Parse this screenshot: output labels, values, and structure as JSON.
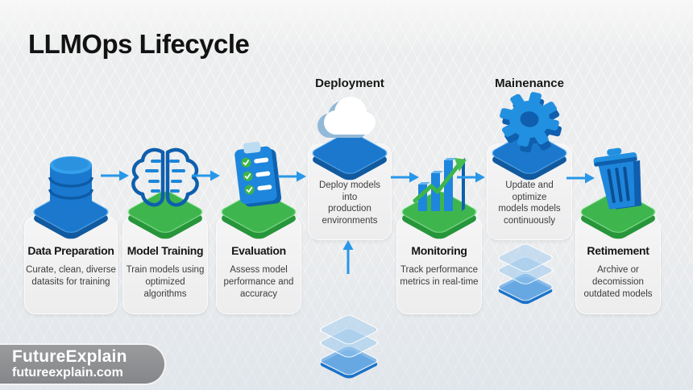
{
  "title": "LLMOps Lifecycle",
  "stages": [
    {
      "id": "data-preparation",
      "label": "Data Preparation",
      "description": "Curate, clean, diverse\ndatasits for training",
      "icon": "database-icon",
      "platform": "blue",
      "row": "bottom"
    },
    {
      "id": "model-training",
      "label": "Model Training",
      "description": "Train models using\noptimized algorithms",
      "icon": "circuit-brain-icon",
      "platform": "green",
      "row": "bottom"
    },
    {
      "id": "evaluation",
      "label": "Evaluation",
      "description": "Assess model\nperformance and\naccuracy",
      "icon": "checklist-icon",
      "platform": "green",
      "row": "bottom"
    },
    {
      "id": "deployment",
      "label": "Deployment",
      "description": "Deploy models\ninto\nproduction\nenvironments",
      "icon": "cloud-icon",
      "platform": "blue",
      "row": "top"
    },
    {
      "id": "monitoring",
      "label": "Monitoring",
      "description": "Track performance\nmetrics in real-time",
      "icon": "bar-chart-icon",
      "platform": "green",
      "row": "bottom"
    },
    {
      "id": "maintenance",
      "label": "Mainenance",
      "description": "Update and optimize\nmodels models\ncontinuously",
      "icon": "gear-icon",
      "platform": "blue",
      "row": "top"
    },
    {
      "id": "retirement",
      "label": "Retimement",
      "description": "Archive or decomission\noutdated models",
      "icon": "trash-icon",
      "platform": "green",
      "row": "bottom"
    }
  ],
  "footer": {
    "brand": "FutureExplain",
    "website": "futureexplain.com"
  },
  "colors": {
    "background": "#ecedee",
    "card_bg": "#f2f2f3",
    "blue": "#1e86dc",
    "blue_dark": "#115a9f",
    "green": "#3eb64d",
    "green_dark": "#27953a",
    "arrow_blue": "#2797e8",
    "badge_gray": "#8d8e91",
    "title_color": "#121212"
  }
}
